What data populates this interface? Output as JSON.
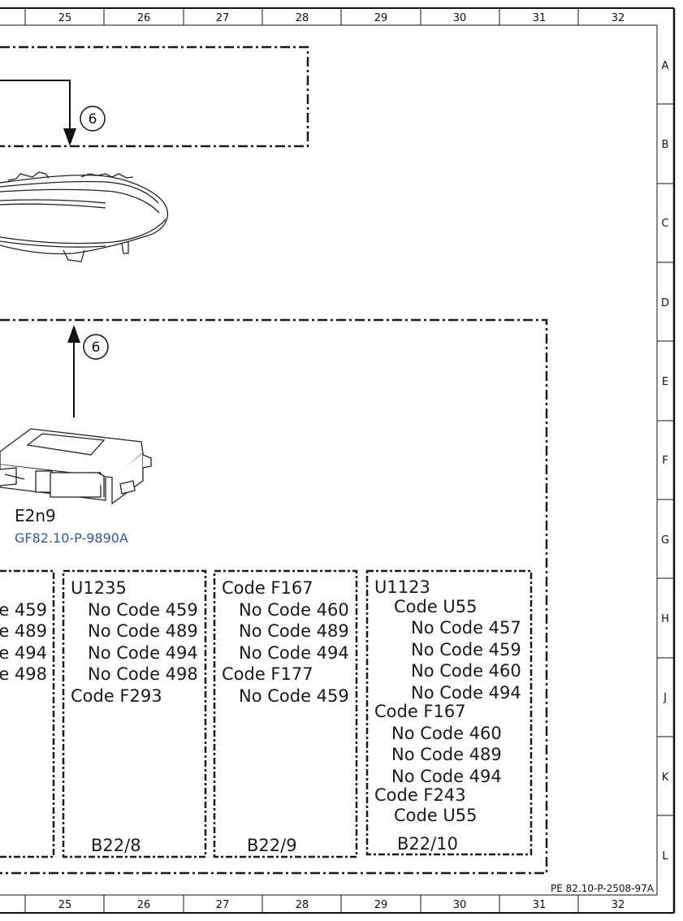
{
  "columns": [
    "25",
    "26",
    "27",
    "28",
    "29",
    "30",
    "31",
    "32"
  ],
  "rows": [
    "A",
    "B",
    "C",
    "D",
    "E",
    "F",
    "G",
    "H",
    "J",
    "K",
    "L"
  ],
  "connectors": [
    {
      "label": "6"
    },
    {
      "label": "6"
    }
  ],
  "component": {
    "name": "E2n9",
    "reference": "GF82.10-P-9890A"
  },
  "partial_box": {
    "lines": [
      "e 459",
      "e 489",
      "e 494",
      "e 498"
    ]
  },
  "boxes": [
    {
      "lines": [
        "U1235",
        "No Code 459",
        "No Code 489",
        "No Code 494",
        "No Code 498",
        "Code F293"
      ],
      "footer": "B22/8"
    },
    {
      "lines": [
        "Code F167",
        "No Code 460",
        "No Code 489",
        "No Code 494",
        "Code F177",
        "No Code 459"
      ],
      "footer": "B22/9"
    },
    {
      "lines": [
        "U1123",
        "Code U55",
        "No Code 457",
        "No Code 459",
        "No Code 460",
        "No Code 494",
        "Code F167",
        "No Code 460",
        "No Code 489",
        "No Code 494",
        "Code F243",
        "Code U55"
      ],
      "footer": "B22/10"
    }
  ],
  "doc_ref": "PE 82.10-P-2508-97A"
}
